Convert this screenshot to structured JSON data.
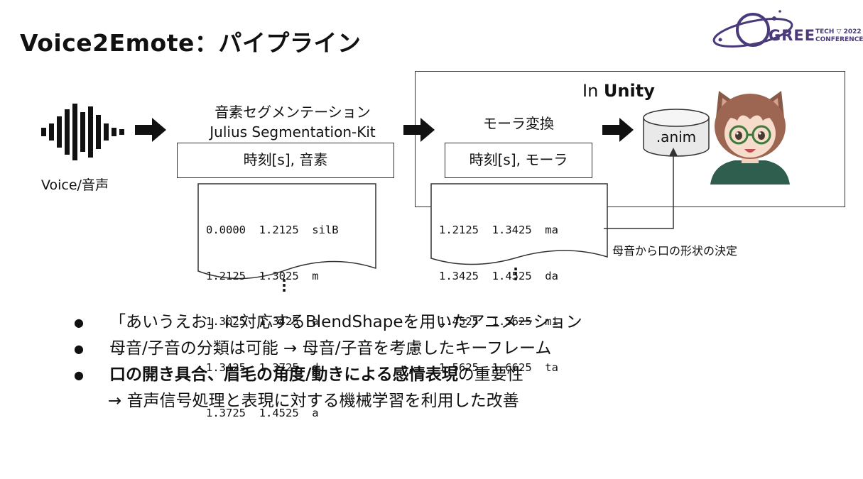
{
  "title": "Voice2Emote：パイプライン",
  "logo": {
    "brand": "GREE",
    "tech_prefix": "TECH",
    "year": "2022",
    "conference": "CONFERENCE"
  },
  "unity": {
    "prefix": "In ",
    "bold": "Unity"
  },
  "voice_label": "Voice/音声",
  "segmentation": {
    "title_line1": "音素セグメンテーション",
    "title_line2": "Julius Segmentation-Kit",
    "header": "時刻[s], 音素",
    "rows": [
      "0.0000  1.2125  silB",
      "1.2125  1.3025  m",
      "1.3025  1.3425  a",
      "1.3425  1.3725  d",
      "1.3725  1.4525  a"
    ]
  },
  "mora": {
    "title": "モーラ変換",
    "header": "時刻[s], モーラ",
    "rows": [
      "1.2125  1.3425  ma",
      "1.3425  1.4525  da",
      "1.4525  1.5625  mi",
      "1.5625  1.6625  ta"
    ]
  },
  "anim_label": ".anim",
  "vowel_label": "母音から口の形状の決定",
  "bullets": [
    {
      "text": "「あいうえお」に対応するBlendShapeを用いたアニメーション"
    },
    {
      "text": "母音/子音の分類は可能 → 母音/子音を考慮したキーフレーム"
    },
    {
      "bold": "口の開き具合、眉毛の角度/動きによる感情表現",
      "rest": "の重要性"
    }
  ],
  "sub_bullet": "→ 音声信号処理と表現に対する機械学習を利用した改善",
  "icons": {
    "waveform": "waveform-icon",
    "arrow": "right-arrow-icon",
    "database": "database-icon",
    "avatar": "cat-ear-avatar"
  },
  "colors": {
    "logo": "#4a3a7a",
    "text": "#111111",
    "line": "#333333"
  }
}
